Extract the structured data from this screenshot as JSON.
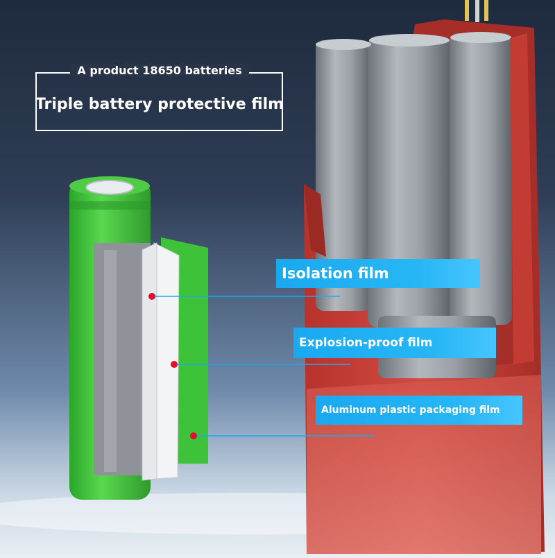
{
  "header": {
    "subtitle": "A product 18650 batteries",
    "title": "Triple battery protective film"
  },
  "callouts": [
    {
      "label": "Isolation film"
    },
    {
      "label": "Explosion-proof film"
    },
    {
      "label": "Aluminum plastic packaging film"
    }
  ],
  "colors": {
    "background_top": "#1e2a3d",
    "battery_green": "#46c83f",
    "cell_gray": "#8f9399",
    "pack_red": "#c23c34",
    "callout_blue": "#1aa9f0",
    "marker_red": "#e0102a"
  }
}
